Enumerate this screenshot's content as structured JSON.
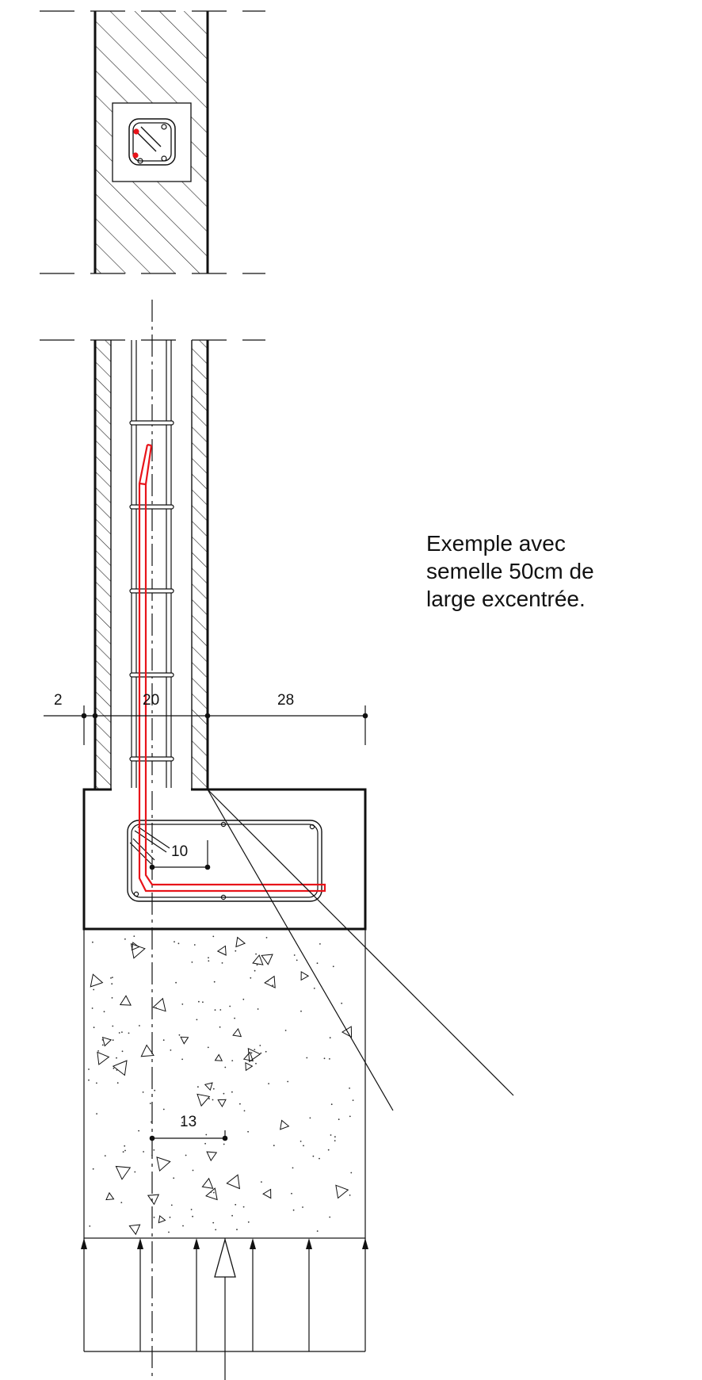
{
  "note": {
    "lines": [
      "Exemple avec",
      "semelle 50cm de",
      "large excentrée."
    ]
  },
  "dimensions": {
    "left_offset": "2",
    "wall_width": "20",
    "footing_overhang": "28",
    "rebar_offset": "10",
    "load_eccentricity": "13"
  },
  "colors": {
    "line": "#111111",
    "rebar_highlight": "#e8141a",
    "hatch": "#222222"
  }
}
